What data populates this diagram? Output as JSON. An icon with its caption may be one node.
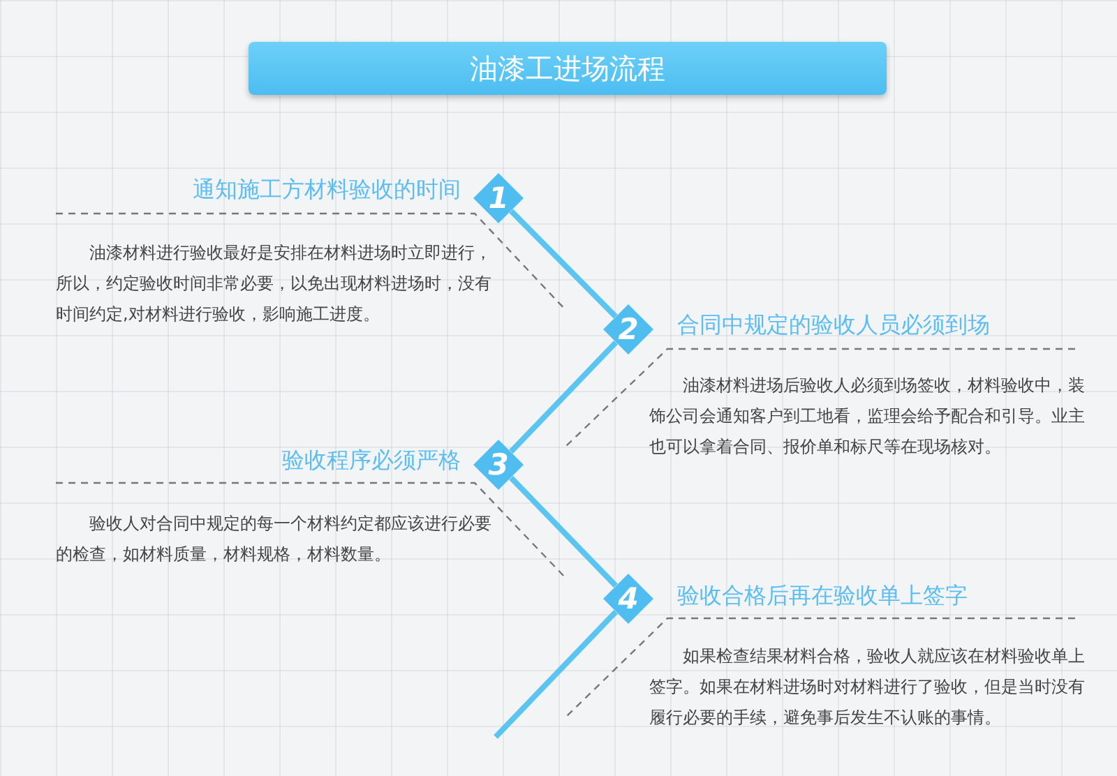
{
  "diagram": {
    "title": "油漆工进场流程",
    "nodes": [
      {
        "text": [
          "1"
        ],
        "beside": [
          "通知施工方材料验收的时间",
          "油漆材料进行验收最好是安排在材料进场时立即进行，所以，约定验收时间非常必要，以免出现材料进场时，没有时间约定,对材料进行验收，影响施工进度。"
        ]
      },
      {
        "text": [
          "2"
        ],
        "beside": [
          "合同中规定的验收人员必须到场",
          "油漆材料进场后验收人必须到场签收，材料验收中，装饰公司会通知客户到工地看，监理会给予配合和引导。业主也可以拿着合同、报价单和标尺等在现场核对。"
        ]
      },
      {
        "text": [
          "3"
        ],
        "beside": [
          "验收程序必须严格",
          "验收人对合同中规定的每一个材料约定都应该进行必要的检查，如材料质量，材料规格，材料数量。"
        ]
      },
      {
        "text": [
          "4"
        ],
        "beside": [
          "验收合格后再在验收单上签字",
          "如果检查结果材料合格，验收人就应该在材料验收单上签字。如果在材料进场时对材料进行了验收，但是当时没有履行必要的手续，避免事后发生不认账的事情。"
        ]
      }
    ],
    "edges": [
      {
        "from": 0,
        "to": 1,
        "arrow": "none"
      },
      {
        "from": 1,
        "to": 2,
        "arrow": "none"
      },
      {
        "from": 2,
        "to": 3,
        "arrow": "none"
      },
      {
        "from": 3,
        "to": null,
        "arrow": "none"
      }
    ]
  }
}
